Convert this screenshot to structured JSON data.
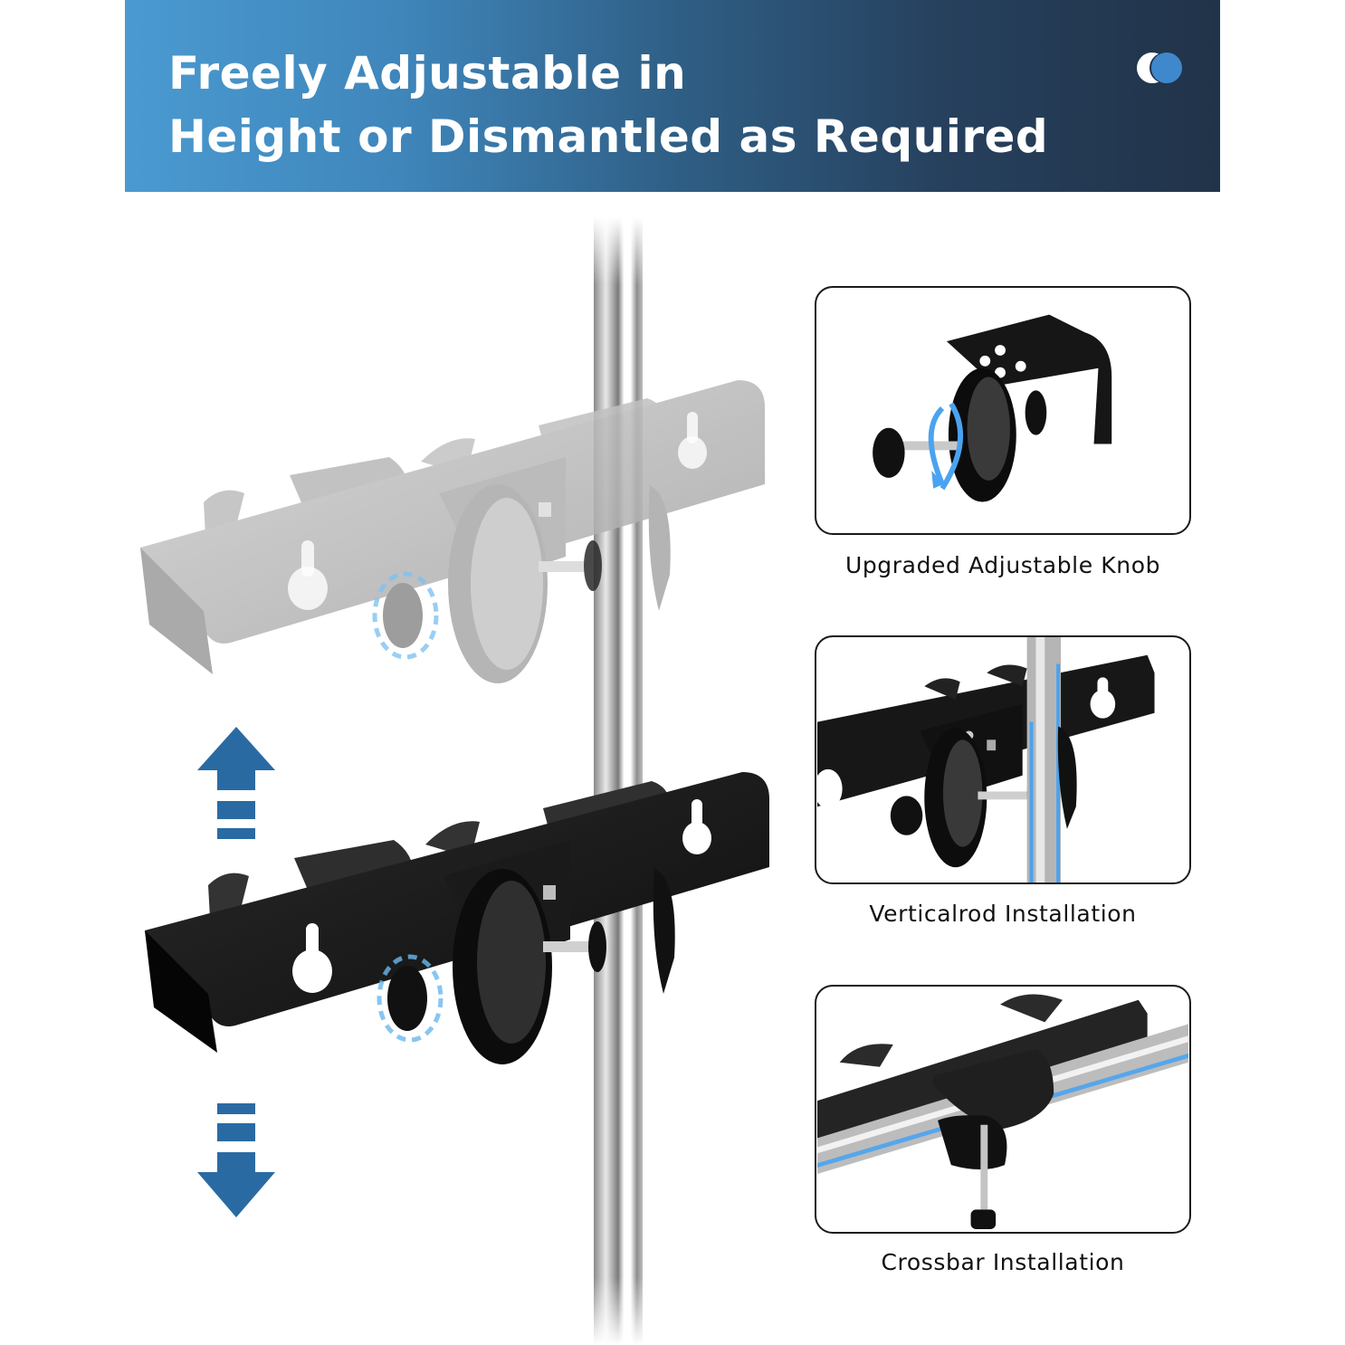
{
  "banner": {
    "title_line1": "Freely Adjustable in",
    "title_line2": "Height or Dismantled as Required",
    "gradient_start": "#4a9ad1",
    "gradient_end": "#213349",
    "logo": "two-overlapping-circles-logo"
  },
  "main": {
    "upper_bracket": "silver-bracket-faded-position",
    "lower_bracket": "black-bracket-current-position",
    "rod": "vertical-stainless-rod",
    "arrows": [
      {
        "direction": "up",
        "icon": "up-arrow-icon",
        "color": "#2a6aa3"
      },
      {
        "direction": "down",
        "icon": "down-arrow-icon",
        "color": "#2a6aa3"
      }
    ]
  },
  "details": [
    {
      "caption": "Upgraded Adjustable Knob",
      "image": "knob-closeup"
    },
    {
      "caption": "Verticalrod Installation",
      "image": "vertical-rod-installation"
    },
    {
      "caption": "Crossbar Installation",
      "image": "crossbar-installation"
    }
  ],
  "colors": {
    "accent_blue": "#2a6aa3",
    "highlight_blue": "#4aa3f0",
    "bracket_black": "#1c1c1c",
    "bracket_silver": "#b4b4b4"
  }
}
